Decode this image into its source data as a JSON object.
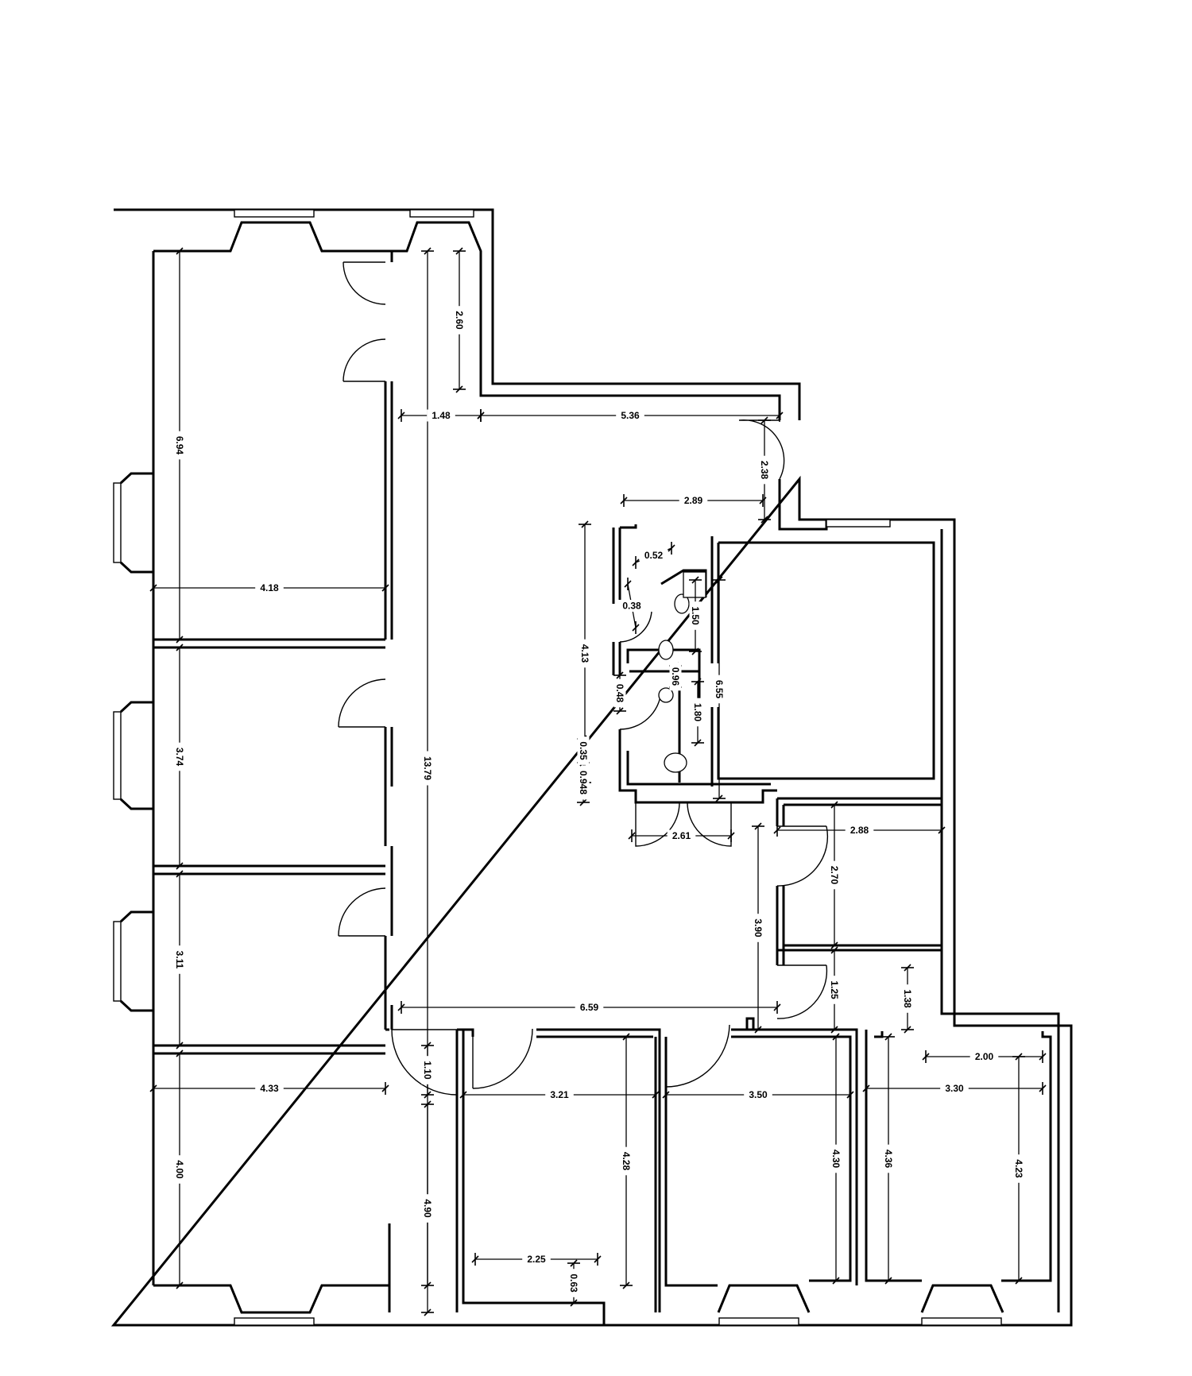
{
  "drawing": {
    "kind": "architectural floor plan",
    "dimension_labels": [
      "6.94",
      "4.18",
      "13.79",
      "2.60",
      "1.48",
      "5.36",
      "2.38",
      "2.89",
      "4.13",
      "0.52",
      "0.38",
      "1.50",
      "6.55",
      "0.48",
      "0.96",
      "1.80",
      "0.948",
      "0.35",
      "2.61",
      "2.88",
      "3.90",
      "2.70",
      "3.74",
      "3.11",
      "6.59",
      "1.25",
      "1.38",
      "2.00",
      "3.30",
      "4.33",
      "1.10",
      "3.21",
      "3.50",
      "4.00",
      "4.90",
      "4.28",
      "4.30",
      "4.36",
      "4.23",
      "2.25",
      "0.63"
    ]
  }
}
